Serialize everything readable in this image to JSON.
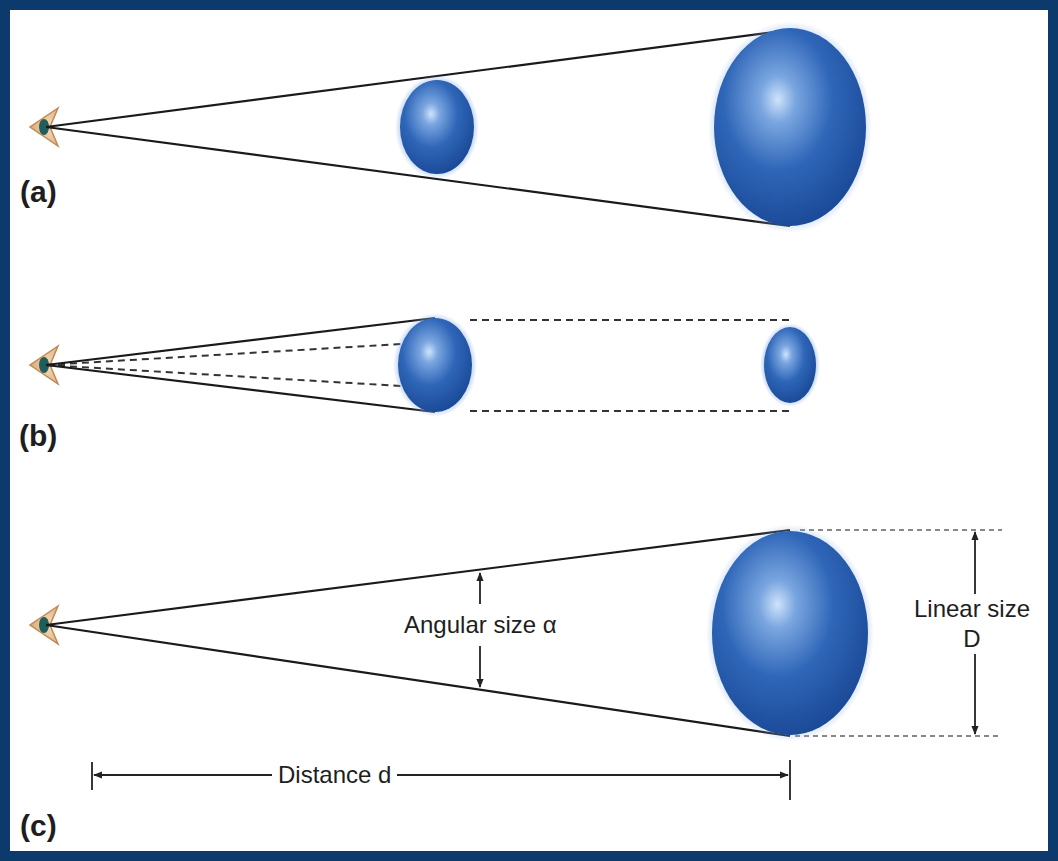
{
  "diagram": {
    "labels": [
      "(a)",
      "(b)",
      "(c)",
      "Angular size α",
      "Linear size D",
      "Distance d"
    ]
  }
}
